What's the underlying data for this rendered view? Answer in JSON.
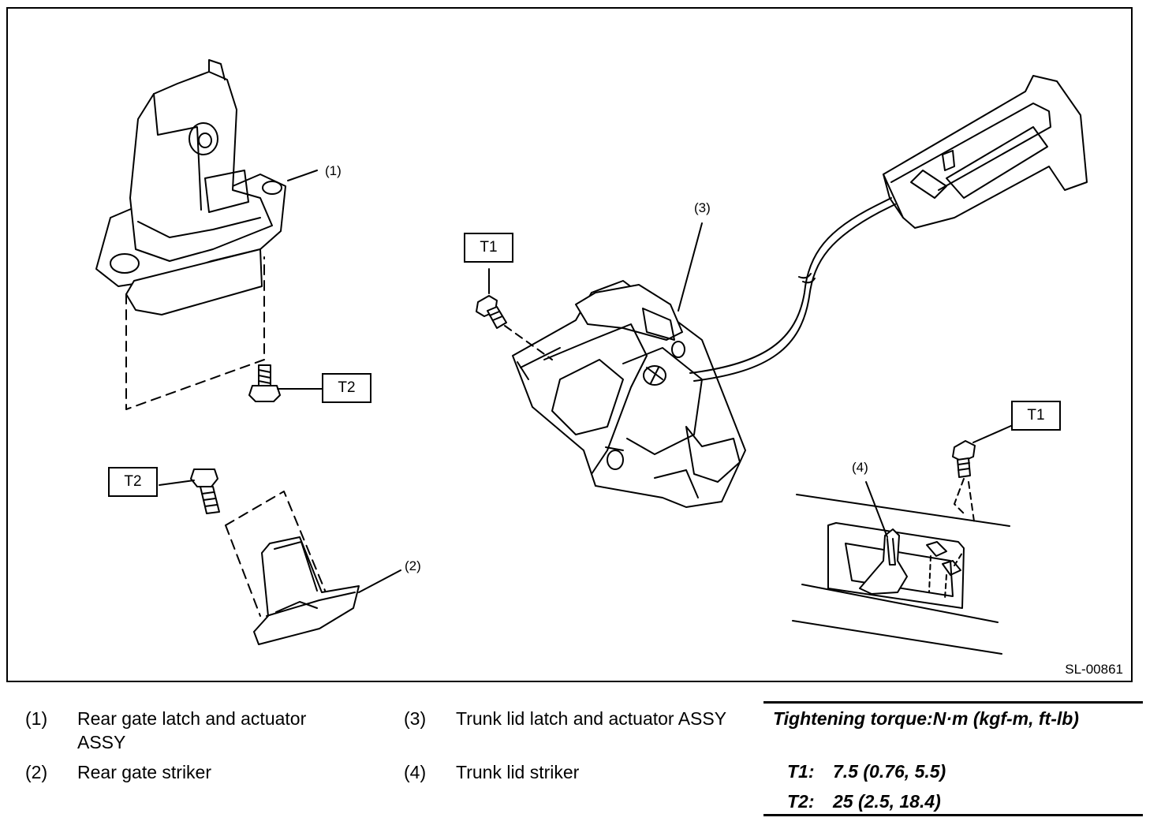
{
  "diagram": {
    "callouts": {
      "c1": "(1)",
      "c2": "(2)",
      "c3": "(3)",
      "c4": "(4)"
    },
    "torque_boxes": {
      "t1_left": "T1",
      "t1_right": "T1",
      "t2_top": "T2",
      "t2_bottom": "T2"
    },
    "figure_code": "SL-00861"
  },
  "legend": {
    "items": [
      {
        "num": "(1)",
        "label": "Rear gate latch and actuator ASSY"
      },
      {
        "num": "(2)",
        "label": "Rear gate striker"
      },
      {
        "num": "(3)",
        "label": "Trunk lid latch and actuator ASSY"
      },
      {
        "num": "(4)",
        "label": "Trunk lid striker"
      }
    ]
  },
  "torque": {
    "title": "Tightening torque:N·m (kgf-m, ft-lb)",
    "rows": [
      {
        "code": "T1:",
        "value": "7.5 (0.76, 5.5)"
      },
      {
        "code": "T2:",
        "value": "25 (2.5, 18.4)"
      }
    ]
  }
}
